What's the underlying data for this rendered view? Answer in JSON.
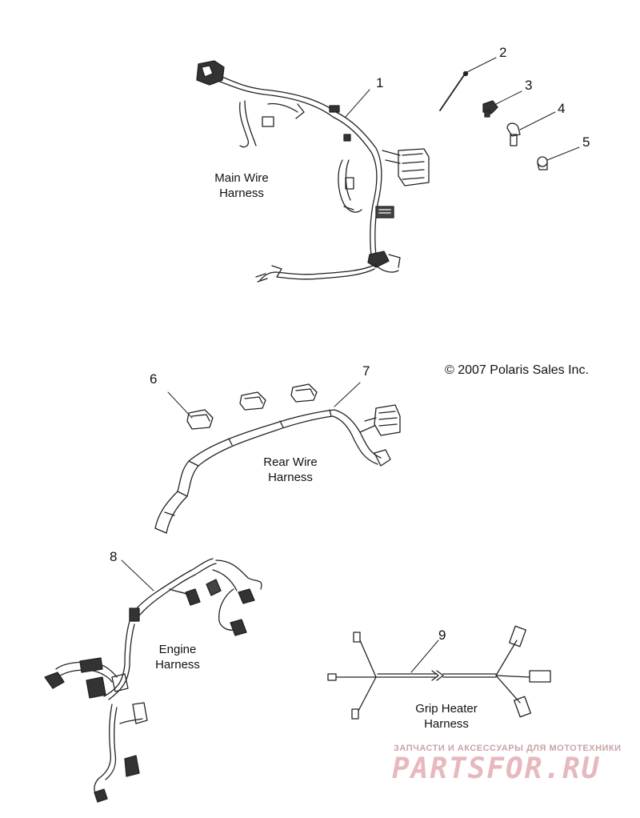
{
  "copyright": "© 2007 Polaris Sales Inc.",
  "callouts": [
    "1",
    "2",
    "3",
    "4",
    "5",
    "6",
    "7",
    "8",
    "9"
  ],
  "labels": {
    "main_wire_harness": [
      "Main Wire",
      "Harness"
    ],
    "rear_wire_harness": [
      "Rear Wire",
      "Harness"
    ],
    "engine_harness": [
      "Engine",
      "Harness"
    ],
    "grip_heater_harness": [
      "Grip Heater",
      "Harness"
    ]
  },
  "watermark": {
    "tagline": "ЗАПЧАСТИ И АКСЕССУАРЫ ДЛЯ МОТОТЕХНИКИ",
    "brand": "PARTSFOR.RU"
  },
  "colors": {
    "line": "#222222",
    "watermark_text": "#e7b8bd",
    "watermark_tagline": "#c9a3a7"
  }
}
